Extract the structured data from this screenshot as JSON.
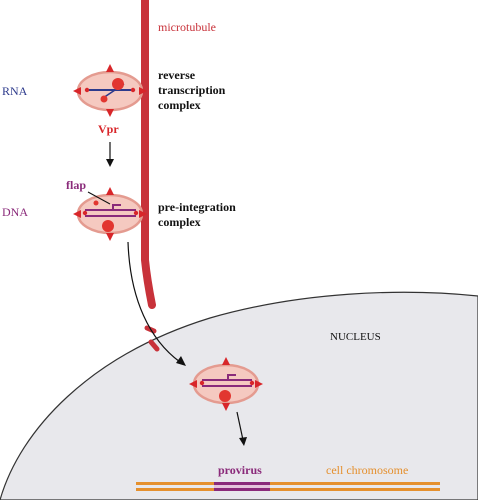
{
  "labels": {
    "microtubule": "microtubule",
    "rna": "RNA",
    "vpr": "Vpr",
    "reverse_transcription_complex": [
      "reverse",
      "transcription",
      "complex"
    ],
    "flap": "flap",
    "dna": "DNA",
    "pre_integration_complex": [
      "pre-integration",
      "complex"
    ],
    "nucleus": "NUCLEUS",
    "provirus": "provirus",
    "cell_chromosome": "cell chromosome"
  },
  "colors": {
    "microtubule": "#c8323a",
    "rna": "#2d3a8c",
    "dna": "#8a2a7a",
    "complex_fill": "#f5c9c0",
    "complex_outline": "#e49b90",
    "vpr": "#d8262a",
    "chromosome": "#e5902e",
    "nuclear_membrane": "#e6e6ea",
    "text_dark": "#111111"
  },
  "icons": [
    "arrow-down-icon",
    "vpr-triangle-icon",
    "nuclear-pore-icon"
  ]
}
